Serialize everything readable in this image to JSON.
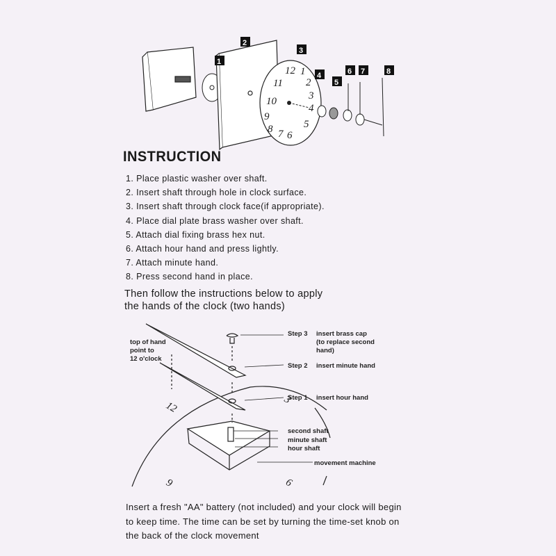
{
  "title": "INSTRUCTION",
  "steps": [
    "1. Place plastic washer over shaft.",
    "2. Insert shaft through hole in clock surface.",
    "3. Insert shaft through clock face(if appropriate).",
    "4. Place dial plate brass washer over shaft.",
    "5. Attach dial fixing brass hex nut.",
    "6. Attach hour hand and press lightly.",
    "7. Attach minute hand.",
    "8. Press second hand in place."
  ],
  "subheading": [
    "Then follow the instructions below to apply",
    "the hands of the clock (two hands)"
  ],
  "exploded_diagram": {
    "part_numbers": [
      "1",
      "2",
      "3",
      "4",
      "5",
      "6",
      "7",
      "8"
    ],
    "dial_numbers": [
      "12",
      "1",
      "2",
      "3",
      "4",
      "5",
      "6",
      "7",
      "8",
      "9",
      "10",
      "11"
    ]
  },
  "hands_diagram": {
    "top_note": [
      "top of hand",
      "point to",
      "12 o'clock"
    ],
    "step3": {
      "label": "Step 3",
      "text": [
        "insert brass cap",
        "(to replace second",
        "hand)"
      ]
    },
    "step2": {
      "label": "Step 2",
      "text": "insert minute hand"
    },
    "step1": {
      "label": "Step 1",
      "text": "insert hour hand"
    },
    "shafts": [
      "second shaft",
      "minute shaft",
      "hour shaft"
    ],
    "movement": "movement  machine",
    "dial_marks": [
      "12",
      "3",
      "9",
      "6"
    ]
  },
  "footer": [
    "Insert a fresh  \"AA\" battery (not included) and your clock will begin",
    "to keep time. The time can be set by turning the time-set knob on",
    "the back of the clock movement"
  ]
}
